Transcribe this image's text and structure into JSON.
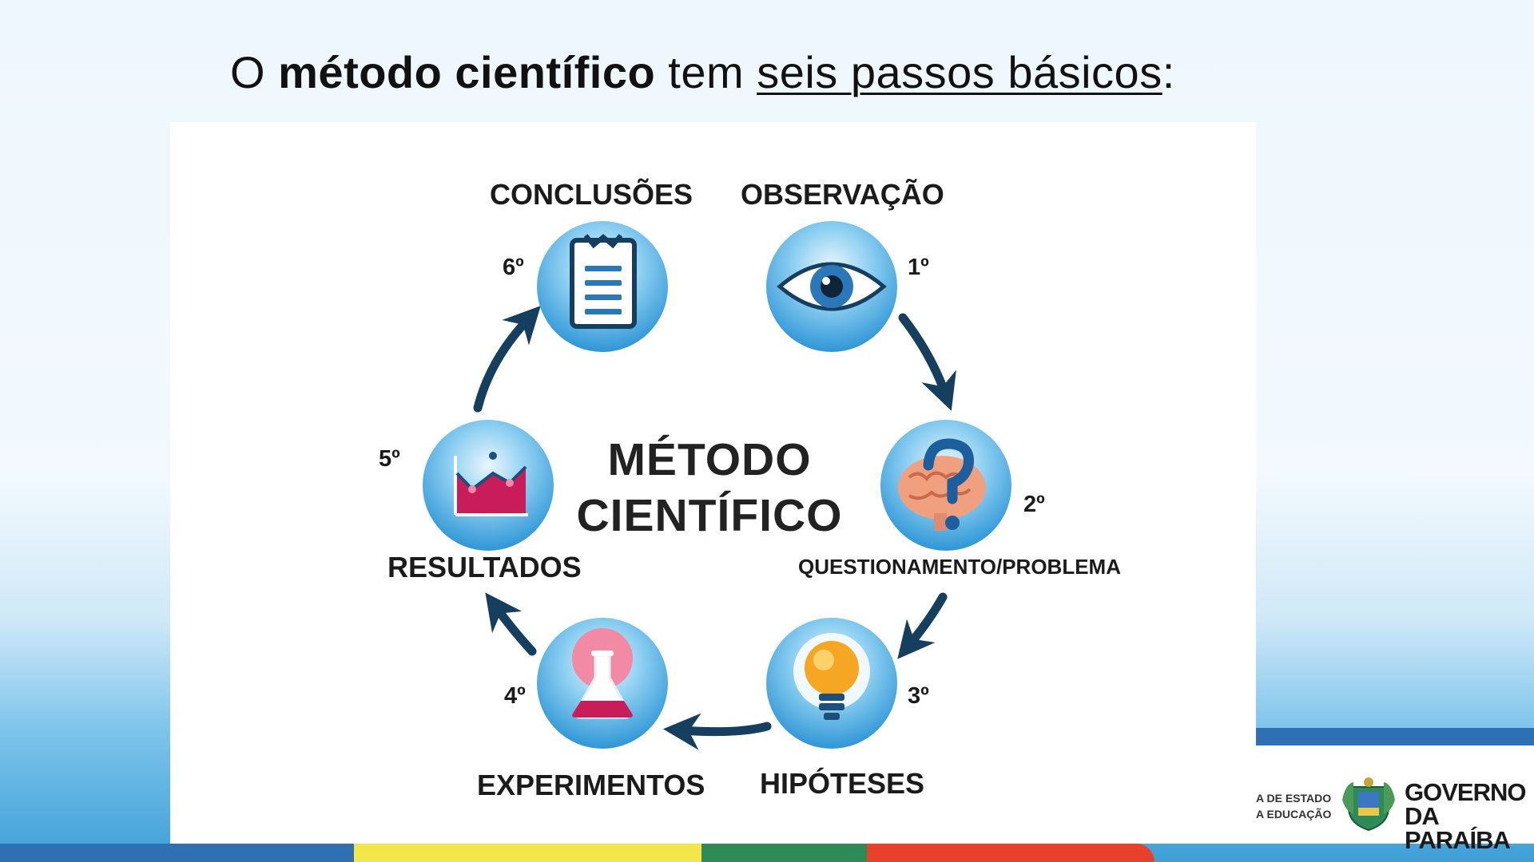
{
  "title": {
    "prefix": "O ",
    "bold": "método científico",
    "middle": " tem ",
    "underlined": "seis passos básicos",
    "suffix": ":"
  },
  "diagram": {
    "center_line1": "MÉTODO",
    "center_line2": "CIENTÍFICO",
    "steps": [
      {
        "number": "1º",
        "label": "OBSERVAÇÃO",
        "icon": "eye-icon"
      },
      {
        "number": "2º",
        "label": "QUESTIONAMENTO/PROBLEMA",
        "icon": "brain-question-icon"
      },
      {
        "number": "3º",
        "label": "HIPÓTESES",
        "icon": "lightbulb-icon"
      },
      {
        "number": "4º",
        "label": "EXPERIMENTOS",
        "icon": "flask-icon"
      },
      {
        "number": "5º",
        "label": "RESULTADOS",
        "icon": "chart-icon"
      },
      {
        "number": "6º",
        "label": "CONCLUSÕES",
        "icon": "clipboard-icon"
      }
    ]
  },
  "footer": {
    "secretaria_line1": "A DE ESTADO",
    "secretaria_line2": "A EDUCAÇÃO",
    "gov_line1": "GOVERNO",
    "gov_line2": "DA PARAÍBA"
  },
  "colors": {
    "circle": "#3aa0dc",
    "arrow": "#163f5f",
    "stripe_blue": "#2f6fb3",
    "stripe_yellow": "#f3e64a",
    "stripe_green": "#2e8a57",
    "stripe_red": "#e8412b"
  }
}
